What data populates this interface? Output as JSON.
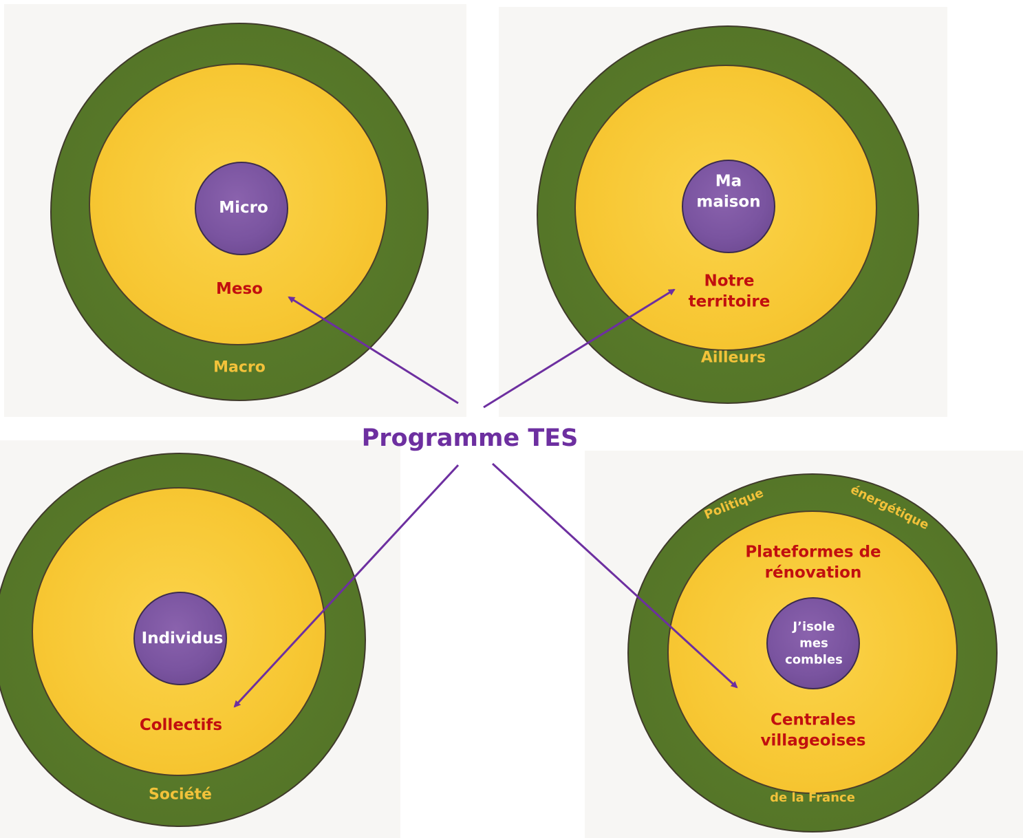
{
  "title": "Programme TES",
  "colors": {
    "outer_ring": "#557628",
    "middle_ring": "#f7c733",
    "inner_circle": "#7a54a0",
    "inner_text": "#ffffff",
    "middle_text": "#c10f0f",
    "outer_text": "#f2c23a",
    "title_and_arrows": "#6d2fa0"
  },
  "circles": [
    {
      "inner": "Micro",
      "middle": "Meso",
      "outer": "Macro"
    },
    {
      "inner": "Ma maison",
      "middle": "Notre territoire",
      "outer": "Ailleurs"
    },
    {
      "inner": "Individus",
      "middle": "Collectifs",
      "outer": "Société"
    },
    {
      "inner": "J’isole mes combles",
      "middle_top": "Plateformes de rénovation",
      "middle_bottom": "Centrales villageoises",
      "outer_left": "Politique",
      "outer_right": "énergétique",
      "outer_bottom": "de la France"
    }
  ]
}
